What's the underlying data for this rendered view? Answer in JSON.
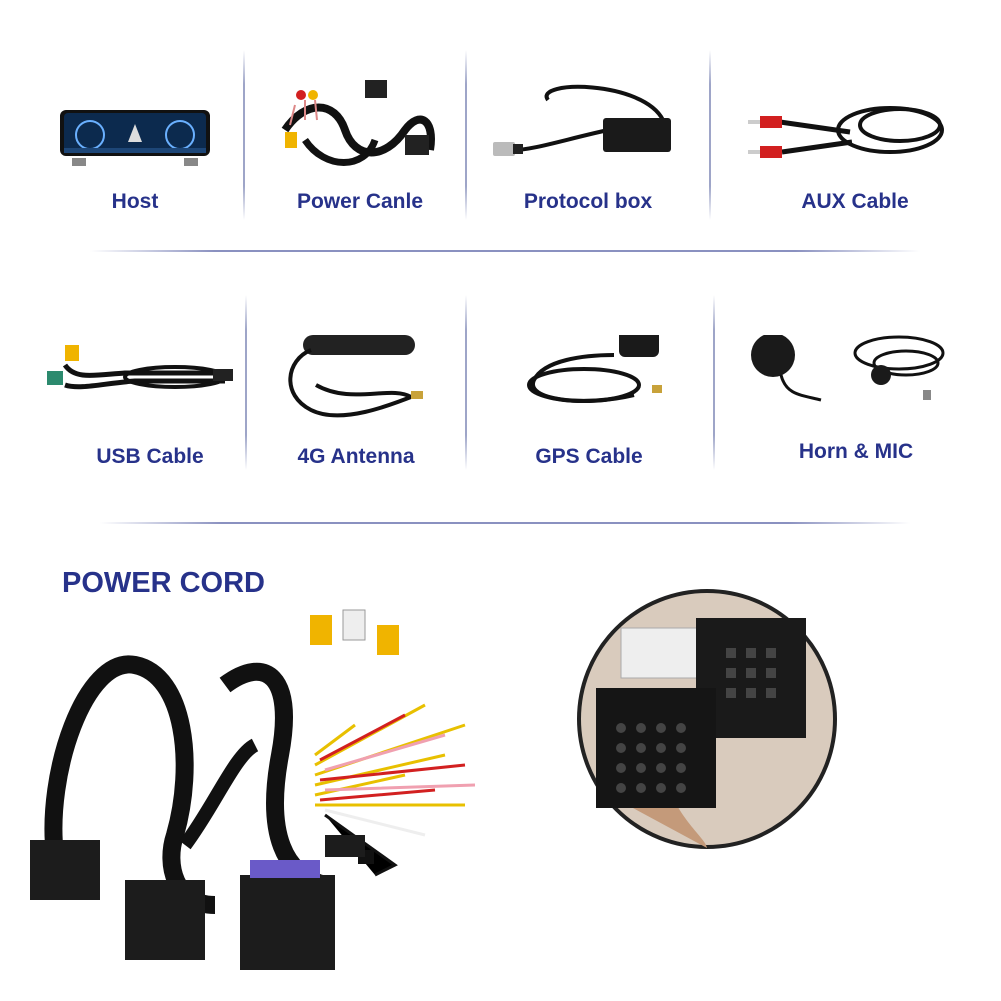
{
  "items": [
    {
      "label": "Host",
      "icon": "car-display-icon"
    },
    {
      "label": "Power Canle",
      "icon": "wiring-harness-icon"
    },
    {
      "label": "Protocol box",
      "icon": "protocol-box-icon"
    },
    {
      "label": "AUX Cable",
      "icon": "aux-cable-icon"
    },
    {
      "label": "USB Cable",
      "icon": "usb-cable-icon"
    },
    {
      "label": "4G Antenna",
      "icon": "antenna-icon"
    },
    {
      "label": "GPS Cable",
      "icon": "gps-antenna-icon"
    },
    {
      "label": "Horn & MIC",
      "icon": "speaker-microphone-icon"
    }
  ],
  "power_cord": {
    "title": "POWER CORD"
  },
  "colors": {
    "label": "#27328a",
    "divider": "#8a91c0",
    "cable": "#111111",
    "rca_yellow": "#f0b400",
    "rca_red": "#d22020"
  }
}
